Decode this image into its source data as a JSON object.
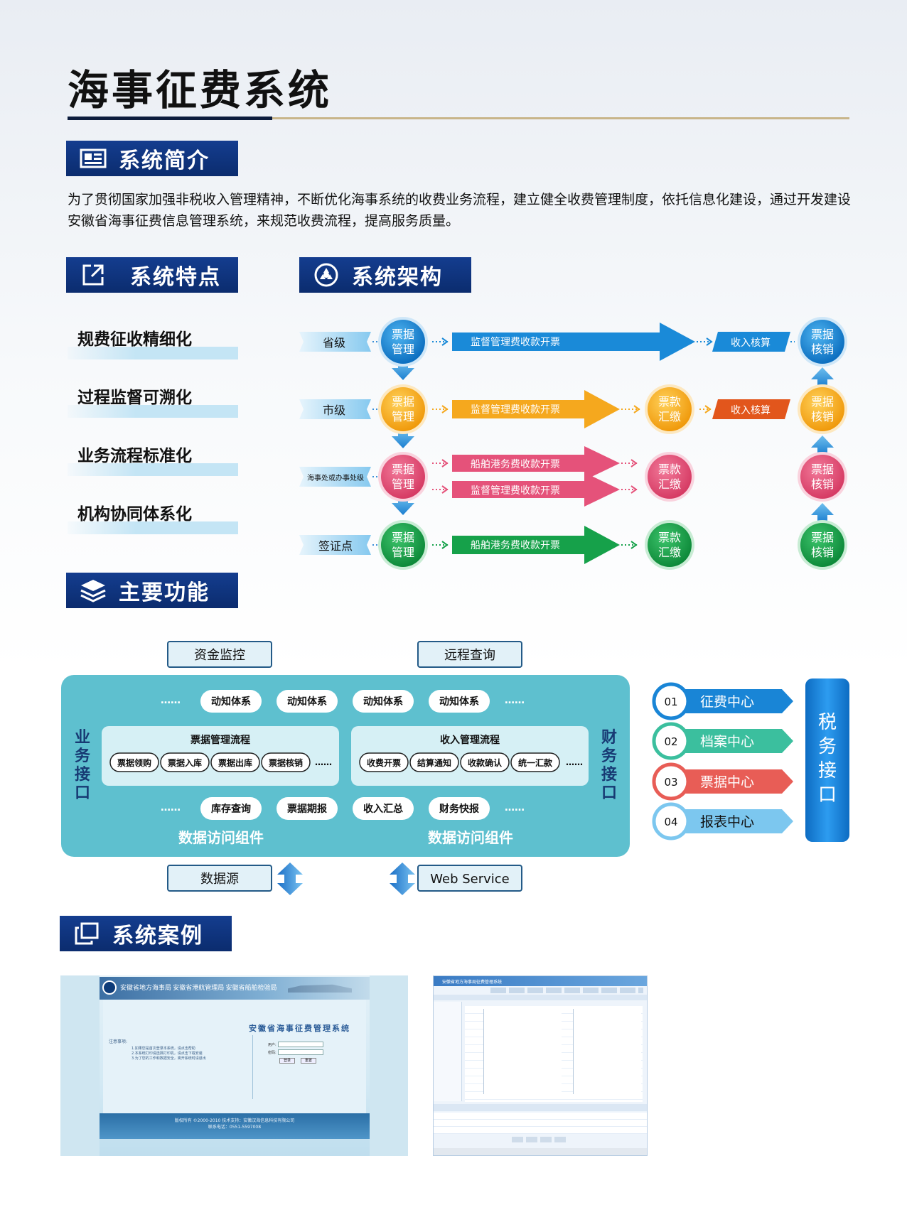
{
  "page_title": "海事征费系统",
  "sections": {
    "intro_title": "系统简介",
    "features_title": "系统特点",
    "arch_title": "系统架构",
    "functions_title": "主要功能",
    "cases_title": "系统案例"
  },
  "intro_text": "为了贯彻国家加强非税收入管理精神，不断优化海事系统的收费业务流程，建立健全收费管理制度，依托信息化建设，通过开发建设安徽省海事征费信息管理系统，来规范收费流程，提高服务质量。",
  "features": [
    "规费征收精细化",
    "过程监督可溯化",
    "业务流程标准化",
    "机构协同体系化"
  ],
  "architecture": {
    "levels": [
      "省级",
      "市级",
      "海事处或办事处级",
      "签证点"
    ],
    "piaoju_guanli": "票据\n管理",
    "piaokuan_huijiao": "票款\n汇缴",
    "piaoju_hexiao": "票据\n核销",
    "flows": {
      "province": "监督管理费收款开票",
      "city": "监督管理费收款开票",
      "office_1": "船舶港务费收款开票",
      "office_2": "监督管理费收款开票",
      "visa": "船舶港务费收款开票"
    },
    "income_check": "收入核算",
    "colors": {
      "blue": "#1a8ad8",
      "orange": "#f5a81e",
      "pink": "#e5527a",
      "green": "#16a14a",
      "red_orange": "#e2561c"
    }
  },
  "functions": {
    "top_boxes": [
      "资金监控",
      "远程查询"
    ],
    "left_label": "业务接口",
    "right_label": "财务接口",
    "row1": [
      "动知体系",
      "动知体系",
      "动知体系",
      "动知体系"
    ],
    "ellipsis": "……",
    "ticket_flow_title": "票据管理流程",
    "ticket_flow_items": [
      "票据领购",
      "票据入库",
      "票据出库",
      "票据核销"
    ],
    "income_flow_title": "收入管理流程",
    "income_flow_items": [
      "收费开票",
      "结算通知",
      "收款确认",
      "统一汇款"
    ],
    "row3": [
      "库存查询",
      "票据期报",
      "收入汇总",
      "财务快报"
    ],
    "data_access": "数据访问组件",
    "bottom_boxes": [
      "数据源",
      "Web Service"
    ],
    "centers": [
      {
        "num": "01",
        "label": "征费中心",
        "color": "#1985d6"
      },
      {
        "num": "02",
        "label": "档案中心",
        "color": "#3bbf9e"
      },
      {
        "num": "03",
        "label": "票据中心",
        "color": "#e85d56"
      },
      {
        "num": "04",
        "label": "报表中心",
        "color": "#7cc7ef"
      }
    ],
    "tax_interface": "税务接口"
  },
  "cases": {
    "login_title": "安徽省海事征费管理系统",
    "login_banner": "安徽省地方海事局  安徽省港航管理局  安徽省船舶检验局",
    "login_note_title": "注意事项:",
    "login_notes": [
      "1.如果您是首次登录本系统，请点击帮助",
      "2.本系统打印请选择打印机，请点击下载安装",
      "3.为了您的工作和数据安全，离开系统时请退出"
    ],
    "login_user": "用户:",
    "login_pwd": "密码:",
    "login_btn": "登录",
    "login_reset": "重置",
    "login_footer": "版权所有 ©2000-2010  技术支持：安徽汉海信息科技有限公司",
    "login_footer2": "联系电话：0551-5597008",
    "app_title": "安徽省地方海事局征费管理系统"
  }
}
